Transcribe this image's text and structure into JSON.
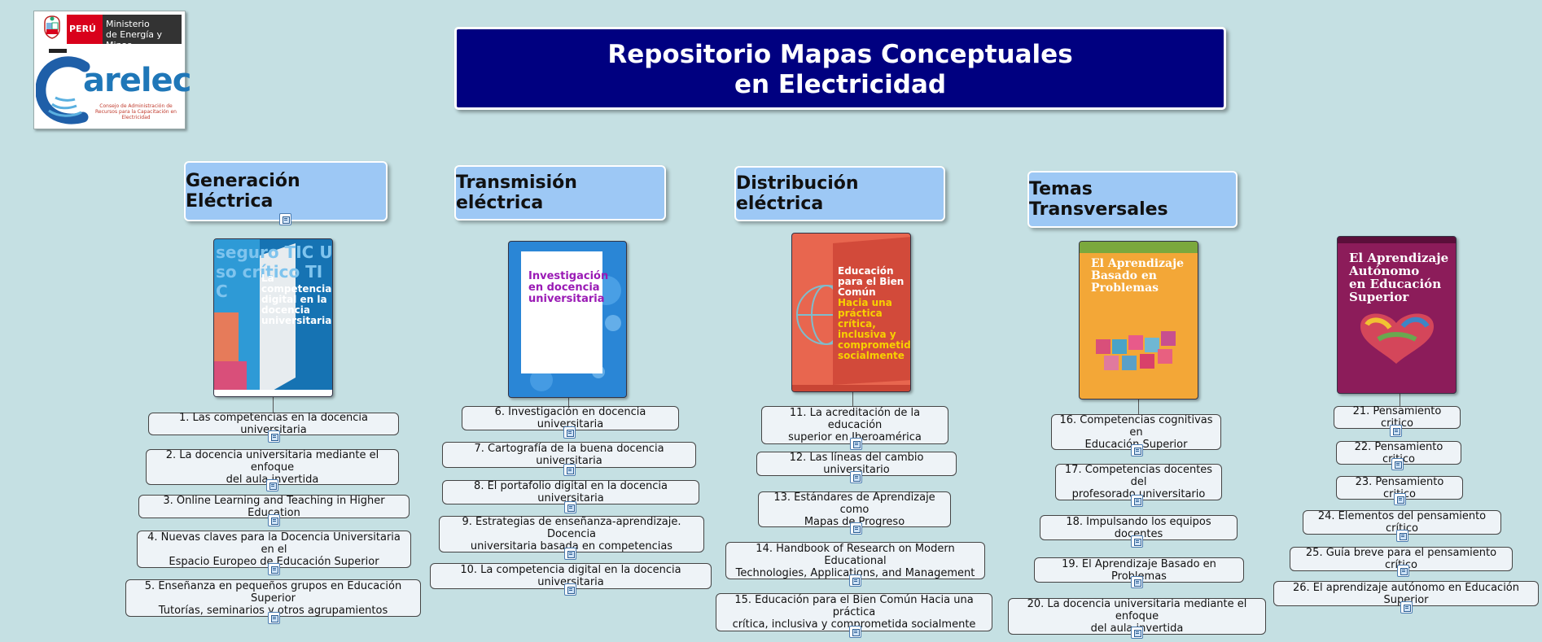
{
  "logo": {
    "country": "PERÚ",
    "ministry_line1": "Ministerio",
    "ministry_line2": "de Energía y Minas",
    "brand": "arelec",
    "tagline": "Consejo de Administración de Recursos para la Capacitación en Electricidad"
  },
  "title": {
    "line1": "Repositorio Mapas Conceptuales",
    "line2": "en Electricidad"
  },
  "categories": [
    {
      "label": "Generación Eléctrica"
    },
    {
      "label": "Transmisión eléctrica"
    },
    {
      "label": "Distribución eléctrica"
    },
    {
      "label": "Temas Transversales"
    }
  ],
  "covers": [
    {
      "line1": "La",
      "line2": "competencia",
      "line3": "digital en la",
      "line4": "docencia",
      "line5": "universitaria",
      "bg_words": "seguro TIC Uso crítico TIC"
    },
    {
      "line1": "Investigación",
      "line2": "en docencia",
      "line3": "universitaria"
    },
    {
      "line1": "Educación",
      "line2": "para el Bien",
      "line3": "Común",
      "line4": "Hacia una",
      "line5": "práctica",
      "line6": "crítica,",
      "line7": "inclusiva y",
      "line8": "comprometida",
      "line9": "socialmente"
    },
    {
      "line1": "El Aprendizaje",
      "line2": "Basado en",
      "line3": "Problemas"
    },
    {
      "line1": "El Aprendizaje",
      "line2": "Autónomo",
      "line3": "en Educación",
      "line4": "Superior"
    }
  ],
  "columns": [
    {
      "items": [
        {
          "text": "1. Las competencias en la docencia universitaria"
        },
        {
          "line1": "2. La docencia universitaria mediante el enfoque",
          "line2": "del aula invertida"
        },
        {
          "text": "3. Online Learning and Teaching in Higher Education"
        },
        {
          "line1": "4. Nuevas claves para la Docencia Universitaria en el",
          "line2": "Espacio Europeo de Educación Superior"
        },
        {
          "line1": "5. Enseñanza en pequeños grupos en Educación Superior",
          "line2": "Tutorías, seminarios y otros agrupamientos"
        }
      ]
    },
    {
      "items": [
        {
          "text": "6. Investigación en docencia universitaria"
        },
        {
          "text": "7. Cartografía de la buena docencia universitaria"
        },
        {
          "text": "8. El portafolio digital en la docencia universitaria"
        },
        {
          "line1": "9. Estrategias de enseñanza-aprendizaje. Docencia",
          "line2": "universitaria basada en competencias"
        },
        {
          "text": "10. La competencia digital en la docencia universitaria"
        }
      ]
    },
    {
      "items": [
        {
          "line1": "11. La acreditación de la educación",
          "line2": "superior en Iberoamérica"
        },
        {
          "text": "12. Las líneas del cambio universitario"
        },
        {
          "line1": "13. Estándares de Aprendizaje como",
          "line2": "Mapas de Progreso"
        },
        {
          "line1": "14. Handbook of Research on Modern Educational",
          "line2": "Technologies, Applications, and Management"
        },
        {
          "line1": "15. Educación para el Bien Común Hacia una práctica",
          "line2": "crítica, inclusiva y comprometida socialmente"
        }
      ]
    },
    {
      "items": [
        {
          "line1": "16. Competencias cognitivas en",
          "line2": "Educación Superior"
        },
        {
          "line1": "17. Competencias docentes del",
          "line2": "profesorado universitario"
        },
        {
          "text": "18. Impulsando los equipos docentes"
        },
        {
          "text": "19. El Aprendizaje Basado en Problemas"
        },
        {
          "line1": "20. La docencia universitaria mediante el enfoque",
          "line2": "del aula invertida"
        }
      ]
    },
    {
      "items": [
        {
          "text": "21. Pensamiento critico"
        },
        {
          "text": "22. Pensamiento critico"
        },
        {
          "text": "23. Pensamiento critico"
        },
        {
          "text": "24. Elementos del pensamiento crítico"
        },
        {
          "text": "25. Guía breve para el pensamiento crítico"
        },
        {
          "text": "26. El aprendizaje autónomo en Educación Superior"
        }
      ]
    }
  ]
}
